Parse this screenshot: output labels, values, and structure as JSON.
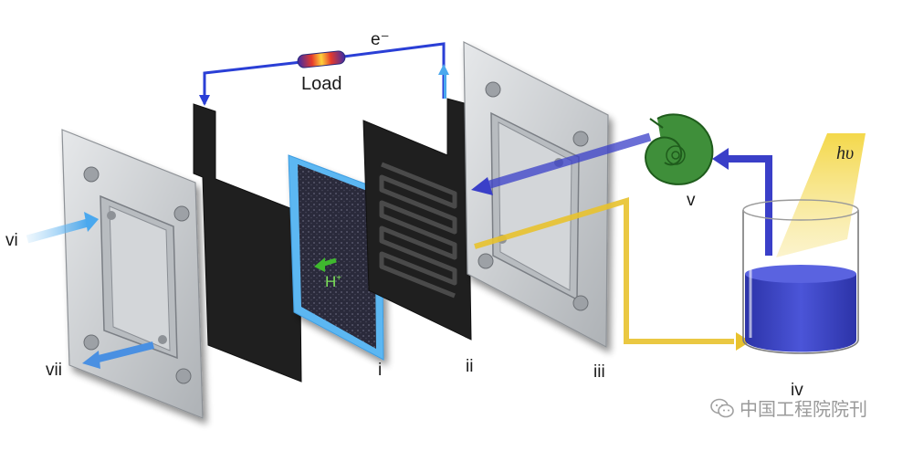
{
  "labels": {
    "load": "Load",
    "electron": "e⁻",
    "proton": "H",
    "proton_sup": "+",
    "photon": "hυ",
    "i": "i",
    "ii": "ii",
    "iii": "iii",
    "iv": "iv",
    "v": "v",
    "vi": "vi",
    "vii": "vii"
  },
  "watermark": {
    "text": "中国工程院院刊",
    "icon": "wechat-icon"
  },
  "colors": {
    "circuit_wire": "#2a3fd6",
    "feed_arrow": "#e8c22e",
    "recycle_arrow": "#3a3fc8",
    "membrane_frame": "#5bb7f2",
    "electrode": "#1f1f1f",
    "end_plate": "#c9ccd0",
    "liquid": "#3b43c4",
    "light": "#f2d64a",
    "snail": "#3f8f3a"
  }
}
